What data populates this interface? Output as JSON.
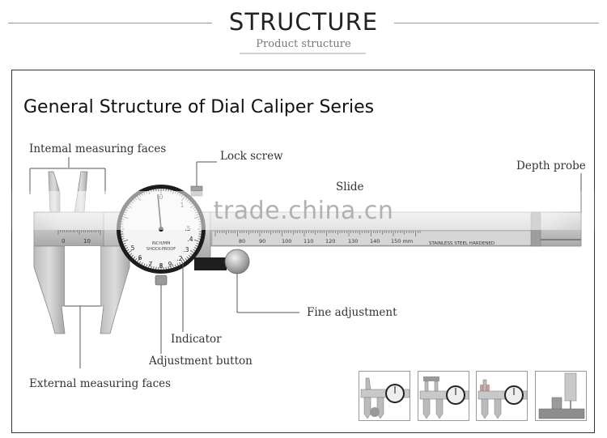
{
  "header": {
    "title": "STRUCTURE",
    "subtitle": "Product structure"
  },
  "main_title": "General Structure of Dial Caliper Series",
  "labels": {
    "internal_faces": "Intemal measuring faces",
    "lock_screw": "Lock screw",
    "slide": "Slide",
    "depth_probe": "Depth probe",
    "fine_adjustment": "Fine adjustment",
    "indicator": "Indicator",
    "adjustment_button": "Adjustment button",
    "external_faces": "External measuring faces"
  },
  "scale": {
    "numbers": [
      "80",
      "90",
      "100",
      "110",
      "120",
      "130",
      "140",
      "150 mm"
    ],
    "marking": "STAINLESS   STEEL   HARDENED",
    "vernier_left": "0",
    "vernier_right": "10"
  },
  "dial": {
    "text_line1": "INCH/MM",
    "text_line2": "SHOCK-PROOF",
    "numbers": [
      "0",
      "1",
      ".5",
      ".4",
      ".3",
      ".2",
      "9",
      "8",
      "7",
      "6",
      "5"
    ]
  },
  "watermark": "trade.china.cn",
  "colors": {
    "steel": "#c9c9c9",
    "steel_dark": "#8e8e8e",
    "leader": "#444444",
    "frame": "#333333"
  }
}
